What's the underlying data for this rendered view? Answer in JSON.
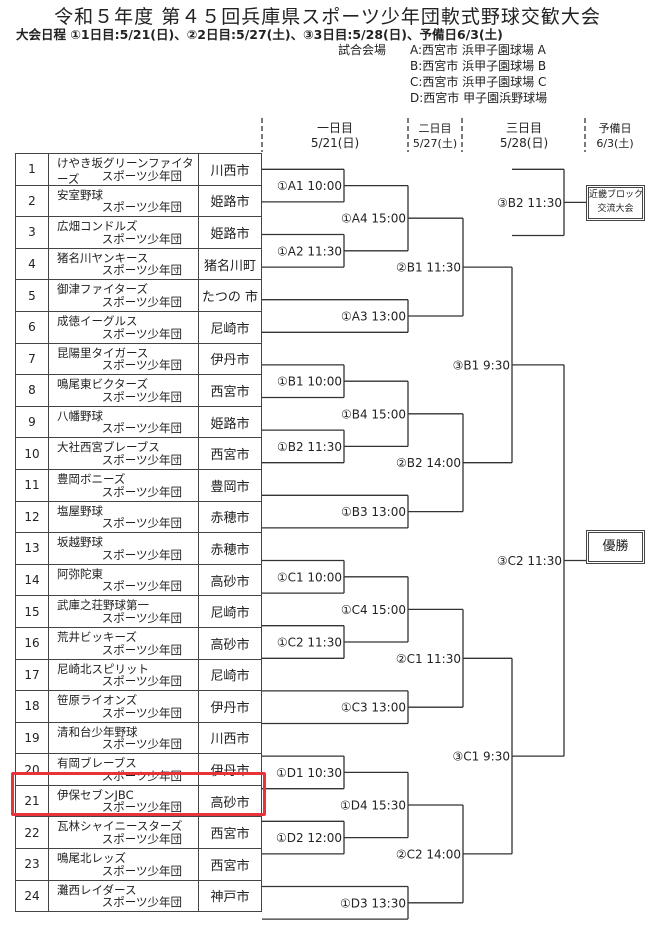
{
  "title": "令和５年度 第４５回兵庫県スポーツ少年団軟式野球交歓大会",
  "schedule": "大会日程 ①1日目:5/21(日)、②2日目:5/27(土)、③3日目:5/28(日)、予備日6/3(土)",
  "venue_label": "試合会場",
  "venues": [
    "A:西宮市 浜甲子園球場 A",
    "B:西宮市 浜甲子園球場 B",
    "C:西宮市 浜甲子園球場 C",
    "D:西宮市 甲子園浜野球場"
  ],
  "days": [
    {
      "name": "一日目",
      "date": "5/21(日)"
    },
    {
      "name": "二日目",
      "date": "5/27(土)"
    },
    {
      "name": "三日目",
      "date": "5/28(日)"
    },
    {
      "name": "予備日",
      "date": "6/3(土)"
    }
  ],
  "teams": [
    {
      "no": "1",
      "name": "けやき坂グリーンファイターズ",
      "suffix": "スポーツ少年団",
      "city": "川西市"
    },
    {
      "no": "2",
      "name": "安室野球",
      "suffix": "スポーツ少年団",
      "city": "姫路市"
    },
    {
      "no": "3",
      "name": "広畑コンドルズ",
      "suffix": "スポーツ少年団",
      "city": "姫路市"
    },
    {
      "no": "4",
      "name": "猪名川ヤンキース",
      "suffix": "スポーツ少年団",
      "city": "猪名川町"
    },
    {
      "no": "5",
      "name": "御津ファイターズ",
      "suffix": "スポーツ少年団",
      "city": "たつの 市"
    },
    {
      "no": "6",
      "name": "成徳イーグルス",
      "suffix": "スポーツ少年団",
      "city": "尼崎市"
    },
    {
      "no": "7",
      "name": "昆陽里タイガース",
      "suffix": "スポーツ少年団",
      "city": "伊丹市"
    },
    {
      "no": "8",
      "name": "鳴尾東ビクターズ",
      "suffix": "スポーツ少年団",
      "city": "西宮市"
    },
    {
      "no": "9",
      "name": "八幡野球",
      "suffix": "スポーツ少年団",
      "city": "姫路市"
    },
    {
      "no": "10",
      "name": "大社西宮ブレーブス",
      "suffix": "スポーツ少年団",
      "city": "西宮市"
    },
    {
      "no": "11",
      "name": "豊岡ボニーズ",
      "suffix": "スポーツ少年団",
      "city": "豊岡市"
    },
    {
      "no": "12",
      "name": "塩屋野球",
      "suffix": "スポーツ少年団",
      "city": "赤穂市"
    },
    {
      "no": "13",
      "name": "坂越野球",
      "suffix": "スポーツ少年団",
      "city": "赤穂市"
    },
    {
      "no": "14",
      "name": "阿弥陀東",
      "suffix": "スポーツ少年団",
      "city": "高砂市"
    },
    {
      "no": "15",
      "name": "武庫之荘野球第一",
      "suffix": "スポーツ少年団",
      "city": "尼崎市"
    },
    {
      "no": "16",
      "name": "荒井ビッキーズ",
      "suffix": "スポーツ少年団",
      "city": "高砂市"
    },
    {
      "no": "17",
      "name": "尼崎北スピリット",
      "suffix": "スポーツ少年団",
      "city": "尼崎市"
    },
    {
      "no": "18",
      "name": "笹原ライオンズ",
      "suffix": "スポーツ少年団",
      "city": "伊丹市"
    },
    {
      "no": "19",
      "name": "清和台少年野球",
      "suffix": "スポーツ少年団",
      "city": "川西市"
    },
    {
      "no": "20",
      "name": "有岡ブレーブス",
      "suffix": "スポーツ少年団",
      "city": "伊丹市"
    },
    {
      "no": "21",
      "name": "伊保セブンJBC",
      "suffix": "スポーツ少年団",
      "city": "高砂市"
    },
    {
      "no": "22",
      "name": "瓦林シャイニースターズ",
      "suffix": "スポーツ少年団",
      "city": "西宮市"
    },
    {
      "no": "23",
      "name": "鳴尾北レッズ",
      "suffix": "スポーツ少年団",
      "city": "西宮市"
    },
    {
      "no": "24",
      "name": "灘西レイダース",
      "suffix": "スポーツ少年団",
      "city": "神戸市"
    }
  ],
  "matches": {
    "A1": "①A1 10:00",
    "A2": "①A2 11:30",
    "A3": "①A3 13:00",
    "A4": "①A4 15:00",
    "B1": "①B1 10:00",
    "B2": "①B2 11:30",
    "B3": "①B3 13:00",
    "B4": "①B4 15:00",
    "C1": "①C1 10:00",
    "C2": "①C2 11:30",
    "C3": "①C3 13:00",
    "C4": "①C4 15:00",
    "D1": "①D1 10:30",
    "D2": "①D2 12:00",
    "D3": "①D3 13:30",
    "D4": "①D4 15:30",
    "d2B1": "②B1 11:30",
    "d2B2": "②B2 14:00",
    "d2C1": "②C1 11:30",
    "d2C2": "②C2 14:00",
    "d3B1": "③B1 9:30",
    "d3C1": "③C1 9:30",
    "d3C2": "③C2 11:30",
    "d3B2": "③B2 11:30"
  },
  "kinki_box": [
    "近畿ブロック",
    "交流大会"
  ],
  "champion_box": "優勝",
  "highlight_color": "#e8333a"
}
